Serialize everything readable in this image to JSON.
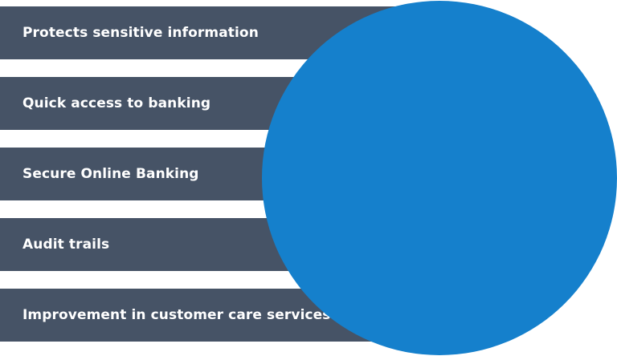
{
  "items": [
    {
      "label": "Protects sensitive information"
    },
    {
      "label": "Quick access to banking"
    },
    {
      "label": "Secure Online Banking"
    },
    {
      "label": "Audit trails"
    },
    {
      "label": "Improvement in customer care services"
    }
  ],
  "colors": {
    "bar": "#465366",
    "bar_text": "#ffffff",
    "circle": "#1580cc",
    "background": "#ffffff"
  }
}
